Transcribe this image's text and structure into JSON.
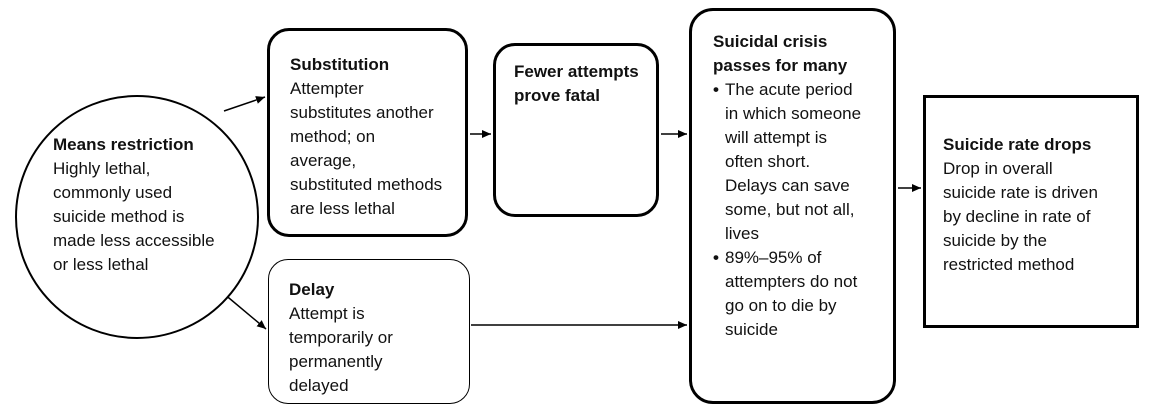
{
  "nodes": {
    "means_restriction": {
      "title": "Means restriction",
      "lines": [
        "Highly lethal,",
        "commonly used",
        "suicide method is",
        "made less accessible",
        "or less lethal"
      ]
    },
    "substitution": {
      "title": "Substitution",
      "lines": [
        "Attempter",
        "substitutes another",
        "method; on",
        "average,",
        "substituted methods",
        "are less lethal"
      ]
    },
    "delay": {
      "title": "Delay",
      "lines": [
        "Attempt is",
        "temporarily or",
        "permanently",
        "delayed"
      ]
    },
    "fewer_attempts": {
      "title_lines": [
        "Fewer attempts",
        "prove fatal"
      ]
    },
    "suicidal_crisis": {
      "title_lines": [
        "Suicidal crisis",
        "passes for many"
      ],
      "bullets": [
        {
          "lines": [
            "The acute period",
            "in which someone",
            "will attempt is",
            "often short.",
            "Delays can save",
            "some, but not all,",
            "lives"
          ]
        },
        {
          "lines": [
            "89%–95% of",
            "attempters do not",
            "go on to die by",
            "suicide"
          ]
        }
      ]
    },
    "suicide_rate_drops": {
      "title": "Suicide rate drops",
      "lines": [
        "Drop in overall",
        "suicide rate is driven",
        "by decline in rate of",
        "suicide by the",
        "restricted method"
      ]
    }
  },
  "bullet_glyph": "•"
}
